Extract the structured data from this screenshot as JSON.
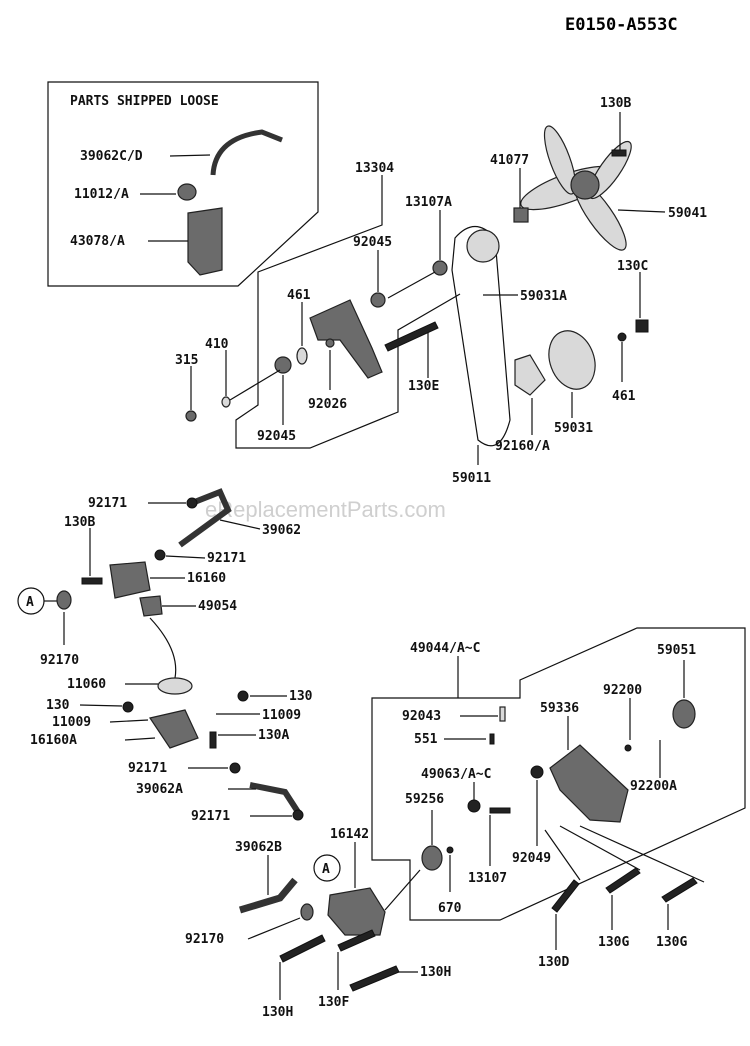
{
  "diagram_code": "E0150-A553C",
  "watermark": "eReplacementParts.com",
  "loose_box_title": "PARTS SHIPPED LOOSE",
  "callout_letter": "A",
  "labels": {
    "l_39062c_d": "39062C/D",
    "l_11012_a": "11012/A",
    "l_43078_a": "43078/A",
    "l_13304": "13304",
    "l_130b_top": "130B",
    "l_41077": "41077",
    "l_59041": "59041",
    "l_13107a": "13107A",
    "l_92045_top": "92045",
    "l_59031a": "59031A",
    "l_130c": "130C",
    "l_461_left": "461",
    "l_410": "410",
    "l_315": "315",
    "l_92026": "92026",
    "l_130e": "130E",
    "l_92045_bot": "92045",
    "l_59031": "59031",
    "l_461_right": "461",
    "l_92160_a": "92160/A",
    "l_59011": "59011",
    "l_92171_a": "92171",
    "l_39062": "39062",
    "l_130b_mid": "130B",
    "l_92171_b": "92171",
    "l_16160": "16160",
    "l_49054": "49054",
    "l_92170_a": "92170",
    "l_11060": "11060",
    "l_130_left": "130",
    "l_130_right": "130",
    "l_11009_left": "11009",
    "l_11009_right": "11009",
    "l_16160a": "16160A",
    "l_130a": "130A",
    "l_92171_c": "92171",
    "l_39062a": "39062A",
    "l_92171_d": "92171",
    "l_49044": "49044/A~C",
    "l_59051": "59051",
    "l_92200": "92200",
    "l_92043": "92043",
    "l_59336": "59336",
    "l_551": "551",
    "l_92200a": "92200A",
    "l_49063": "49063/A~C",
    "l_59256": "59256",
    "l_92049": "92049",
    "l_39062b": "39062B",
    "l_16142": "16142",
    "l_13107": "13107",
    "l_670": "670",
    "l_92170_b": "92170",
    "l_130d": "130D",
    "l_130g_a": "130G",
    "l_130g_b": "130G",
    "l_130h_right": "130H",
    "l_130h_bot": "130H",
    "l_130f": "130F"
  }
}
